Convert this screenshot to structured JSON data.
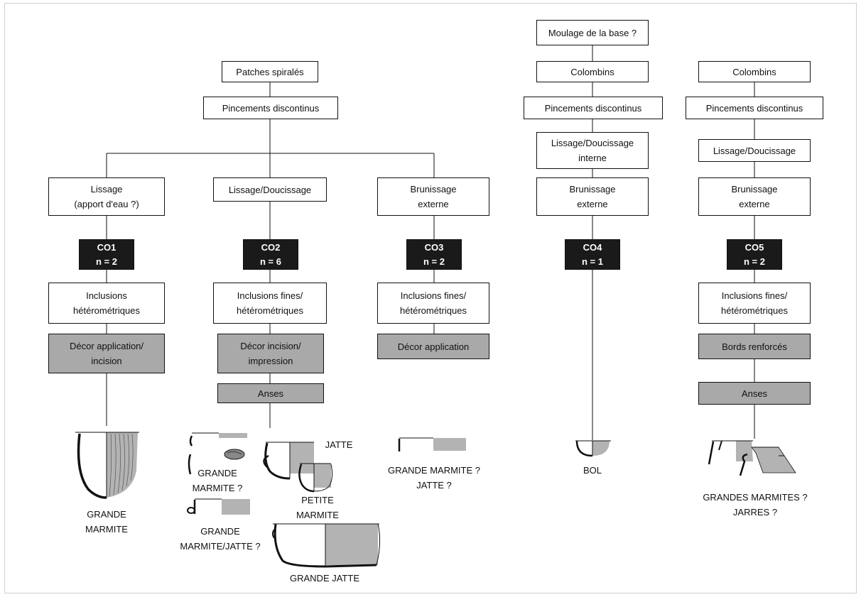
{
  "colors": {
    "line": "#111111",
    "gray_fill": "#a9a9a9",
    "black_fill": "#1a1a1a",
    "pot_fill": "#b3b3b3"
  },
  "trunk": {
    "patches": "Patches spiralés",
    "pincements": "Pincements discontinus"
  },
  "co1": {
    "finish": "Lissage\n(apport d'eau ?)",
    "code": "CO1\nn = 2",
    "inclusions": "Inclusions\nhétérométriques",
    "decor": "Décor application/\nincision",
    "vessel": "GRANDE\nMARMITE"
  },
  "co2": {
    "finish": "Lissage/Doucissage",
    "code": "CO2\nn = 6",
    "inclusions": "Inclusions fines/\nhétérométriques",
    "decor": "Décor incision/\nimpression",
    "handles": "Anses",
    "vessel_a": "GRANDE\nMARMITE ?",
    "vessel_b": "JATTE",
    "vessel_c": "PETITE\nMARMITE",
    "vessel_d": "GRANDE\nMARMITE/JATTE ?",
    "vessel_e": "GRANDE JATTE"
  },
  "co3": {
    "finish": "Brunissage\nexterne",
    "code": "CO3\nn = 2",
    "inclusions": "Inclusions fines/\nhétérométriques",
    "decor": "Décor application",
    "vessel": "GRANDE MARMITE ?\nJATTE ?"
  },
  "co4": {
    "step1": "Moulage de la base ?",
    "step2": "Colombins",
    "step3": "Pincements discontinus",
    "step4": "Lissage/Doucissage\ninterne",
    "step5": "Brunissage\nexterne",
    "code": "CO4\nn = 1",
    "vessel": "BOL"
  },
  "co5": {
    "step1": "Colombins",
    "step2": "Pincements discontinus",
    "step3": "Lissage/Doucissage",
    "step4": "Brunissage\nexterne",
    "code": "CO5\nn = 2",
    "inclusions": "Inclusions fines/\nhétérométriques",
    "decor": "Bords renforcés",
    "handles": "Anses",
    "vessel": "GRANDES MARMITES ?\nJARRES ?"
  }
}
